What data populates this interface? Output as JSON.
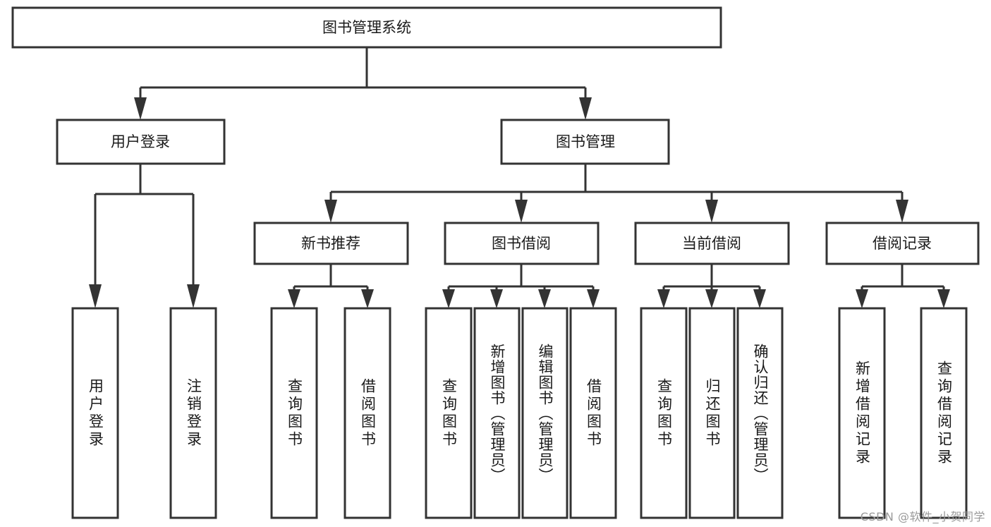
{
  "diagram": {
    "type": "tree",
    "title": "图书管理系统",
    "watermark": "CSDN @软件_小贺同学",
    "colors": {
      "stroke": "#333333",
      "fill": "#ffffff",
      "text": "#1a1a1a",
      "watermark": "#9a9a9a"
    },
    "root": {
      "label": "图书管理系统"
    },
    "level1": [
      {
        "label": "用户登录"
      },
      {
        "label": "图书管理"
      }
    ],
    "level2": [
      {
        "label": "新书推荐"
      },
      {
        "label": "图书借阅"
      },
      {
        "label": "当前借阅"
      },
      {
        "label": "借阅记录"
      }
    ],
    "leaves": {
      "user_login": [
        {
          "label": "用户登录"
        },
        {
          "label": "注销登录"
        }
      ],
      "new_book": [
        {
          "label": "查询图书"
        },
        {
          "label": "借阅图书"
        }
      ],
      "book_borrow": [
        {
          "label": "查询图书"
        },
        {
          "label": "新增图书（管理员）"
        },
        {
          "label": "编辑图书（管理员）"
        },
        {
          "label": "借阅图书"
        }
      ],
      "current_borrow": [
        {
          "label": "查询图书"
        },
        {
          "label": "归还图书"
        },
        {
          "label": "确认归还（管理员）"
        }
      ],
      "borrow_record": [
        {
          "label": "新增借阅记录"
        },
        {
          "label": "查询借阅记录"
        }
      ]
    }
  }
}
